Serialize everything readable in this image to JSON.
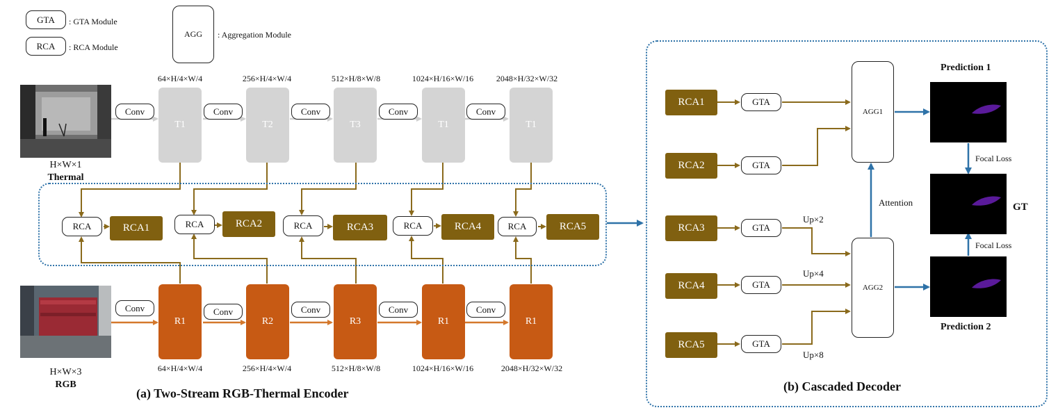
{
  "legend": {
    "gta_box": "GTA",
    "gta_text": ": GTA Module",
    "rca_box": "RCA",
    "rca_text": ": RCA Module",
    "agg_box": "AGG",
    "agg_text": ": Aggregation Module"
  },
  "encoder": {
    "conv_label": "Conv",
    "thermal_stages": [
      "T1",
      "T2",
      "T3",
      "T1",
      "T1"
    ],
    "rgb_stages": [
      "R1",
      "R2",
      "R3",
      "R1",
      "R1"
    ],
    "dims": [
      "64×H/4×W/4",
      "256×H/4×W/4",
      "512×H/8×W/8",
      "1024×H/16×W/16",
      "2048×H/32×W/32"
    ],
    "rca_label": "RCA",
    "rca_outputs": [
      "RCA1",
      "RCA2",
      "RCA3",
      "RCA4",
      "RCA5"
    ],
    "thermal_size": "H×W×1",
    "thermal_name": "Thermal",
    "rgb_size": "H×W×3",
    "rgb_name": "RGB",
    "caption": "(a) Two-Stream RGB-Thermal Encoder"
  },
  "decoder": {
    "rca_inputs": [
      "RCA1",
      "RCA2",
      "RCA3",
      "RCA4",
      "RCA5"
    ],
    "gta_label": "GTA",
    "agg1": "AGG1",
    "agg2": "AGG2",
    "up2": "Up×2",
    "up4": "Up×4",
    "up8": "Up×8",
    "attention": "Attention",
    "focal_loss": "Focal Loss",
    "pred1": "Prediction 1",
    "pred2": "Prediction 2",
    "gt": "GT",
    "caption": "(b) Cascaded Decoder"
  },
  "colors": {
    "brown": "#806010",
    "brown_line": "#8a6a1c",
    "thermal_stage": "#d4d4d4",
    "rgb_stage": "#c75a14",
    "blue": "#2e72a8",
    "mask": "#5a1a9a"
  }
}
